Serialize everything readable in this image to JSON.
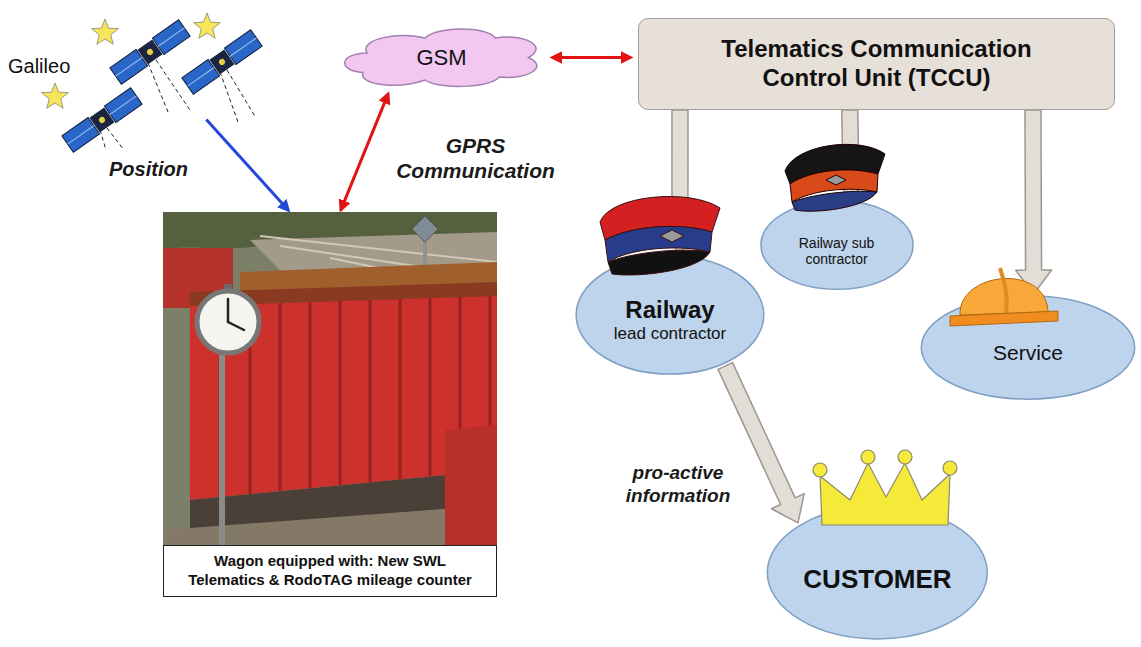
{
  "diagram": {
    "nodes": [
      {
        "text": [
          "Galileo"
        ]
      },
      {
        "text": [
          "GSM"
        ]
      },
      {
        "text": [
          "Telematics Communication Control Unit (TCCU)"
        ]
      },
      {
        "text": [
          "Wagon equipped with: New SWL Telematics & RodoTAG mileage counter"
        ]
      },
      {
        "text": [
          "Railway",
          "lead contractor"
        ]
      },
      {
        "text": [
          "Railway sub contractor"
        ]
      },
      {
        "text": [
          "Service"
        ]
      },
      {
        "text": [
          "CUSTOMER"
        ]
      }
    ],
    "edges": [
      {
        "from": 0,
        "to": 3,
        "arrow": "to",
        "label": "Position"
      },
      {
        "from": 1,
        "to": 3,
        "arrow": "both",
        "label": "GPRS Communication"
      },
      {
        "from": 1,
        "to": 2,
        "arrow": "both"
      },
      {
        "from": 2,
        "to": 4,
        "arrow": "to"
      },
      {
        "from": 2,
        "to": 5,
        "arrow": "to"
      },
      {
        "from": 2,
        "to": 6,
        "arrow": "to"
      },
      {
        "from": 4,
        "to": 7,
        "arrow": "to",
        "label": "pro-active information"
      }
    ]
  }
}
